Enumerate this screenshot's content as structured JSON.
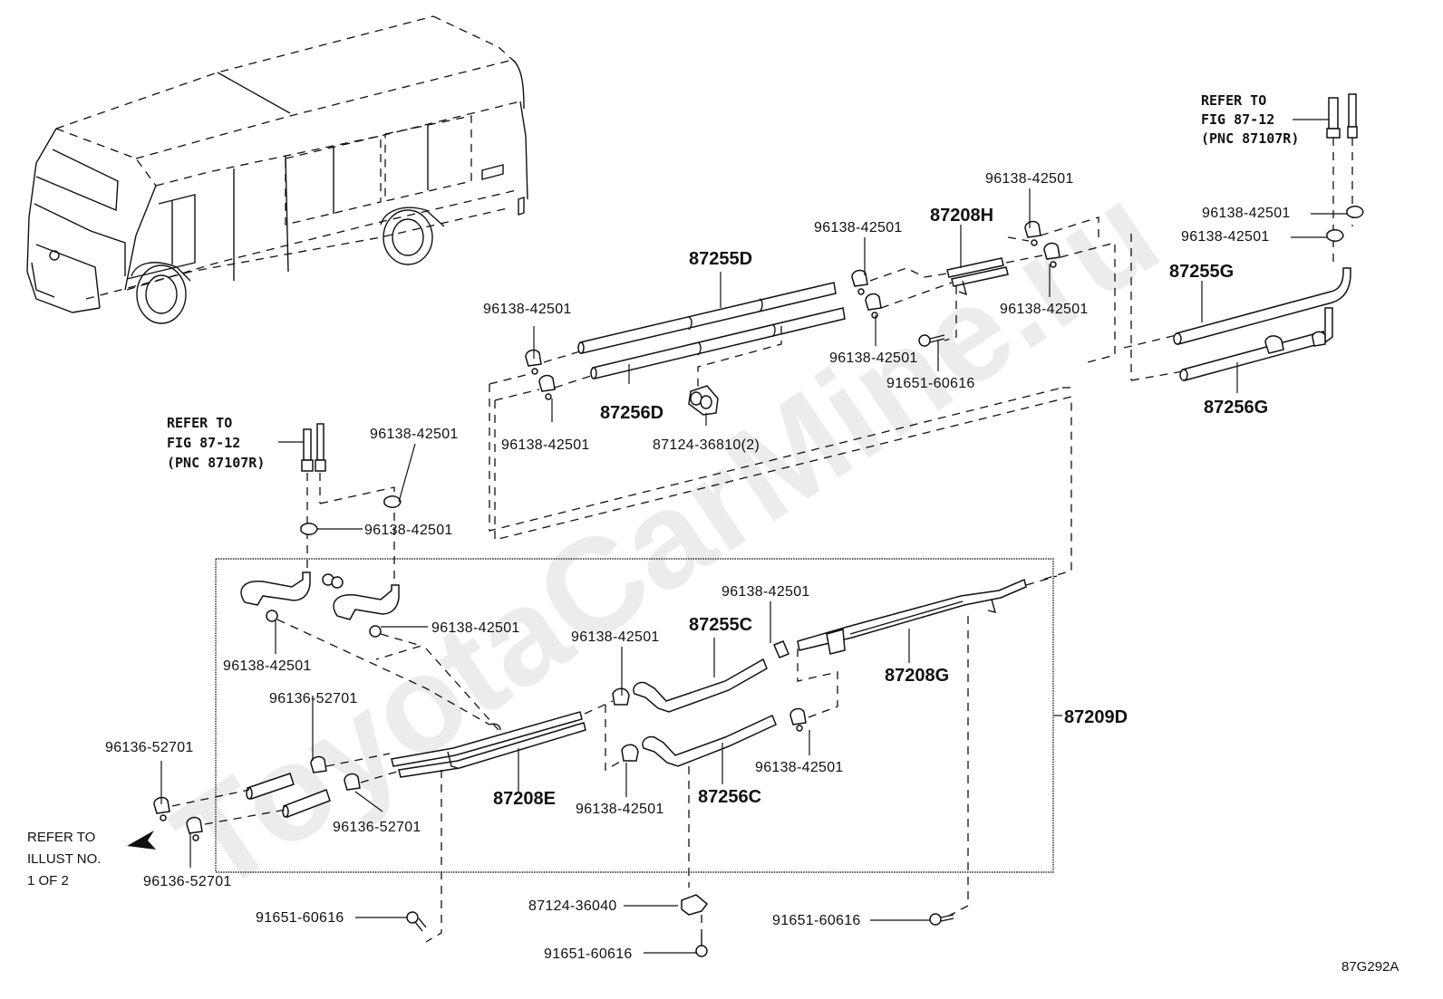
{
  "diagram": {
    "figure_code": "87G292A",
    "watermark": "ToyotaCarMine.ru",
    "vehicle": "minibus",
    "group_label": "87209D",
    "references": {
      "top_right": {
        "line1": "REFER TO",
        "line2": "FIG 87-12",
        "line3": "(PNC 87107R)"
      },
      "mid_left": {
        "line1": "REFER TO",
        "line2": "FIG 87-12",
        "line3": "(PNC 87107R)"
      },
      "bottom_left": {
        "line1": "REFER TO",
        "line2": "ILLUST NO.",
        "line3": "1 OF 2"
      }
    },
    "parts": {
      "p87255D": "87255D",
      "p87256D": "87256D",
      "p87208H": "87208H",
      "p87255G": "87255G",
      "p87256G": "87256G",
      "p87255C": "87255C",
      "p87256C": "87256C",
      "p87208G": "87208G",
      "p87208E": "87208E",
      "p87124_36810": "87124-36810(2)",
      "p87124_36040": "87124-36040",
      "clamp": "96138-42501",
      "clamp_b": "96136-52701",
      "bolt": "91651-60616"
    },
    "labels": [
      {
        "id": "c1",
        "text": "96138-42501"
      },
      {
        "id": "c2",
        "text": "96138-42501"
      },
      {
        "id": "c3",
        "text": "96138-42501"
      },
      {
        "id": "c4",
        "text": "96138-42501"
      },
      {
        "id": "c5",
        "text": "96138-42501"
      },
      {
        "id": "c6",
        "text": "96138-42501"
      },
      {
        "id": "c7",
        "text": "96138-42501"
      },
      {
        "id": "c8",
        "text": "96138-42501"
      },
      {
        "id": "c9",
        "text": "96138-42501"
      },
      {
        "id": "c10",
        "text": "96138-42501"
      },
      {
        "id": "c11",
        "text": "96138-42501"
      },
      {
        "id": "c12",
        "text": "96138-42501"
      },
      {
        "id": "c13",
        "text": "96138-42501"
      },
      {
        "id": "c14",
        "text": "96138-42501"
      },
      {
        "id": "c15",
        "text": "96138-42501"
      },
      {
        "id": "c16",
        "text": "96138-42501"
      },
      {
        "id": "b1",
        "text": "96136-52701"
      },
      {
        "id": "b2",
        "text": "96136-52701"
      },
      {
        "id": "b3",
        "text": "96136-52701"
      },
      {
        "id": "b4",
        "text": "96136-52701"
      },
      {
        "id": "s1",
        "text": "91651-60616"
      },
      {
        "id": "s2",
        "text": "91651-60616"
      },
      {
        "id": "s3",
        "text": "91651-60616"
      },
      {
        "id": "s4",
        "text": "91651-60616"
      }
    ]
  }
}
